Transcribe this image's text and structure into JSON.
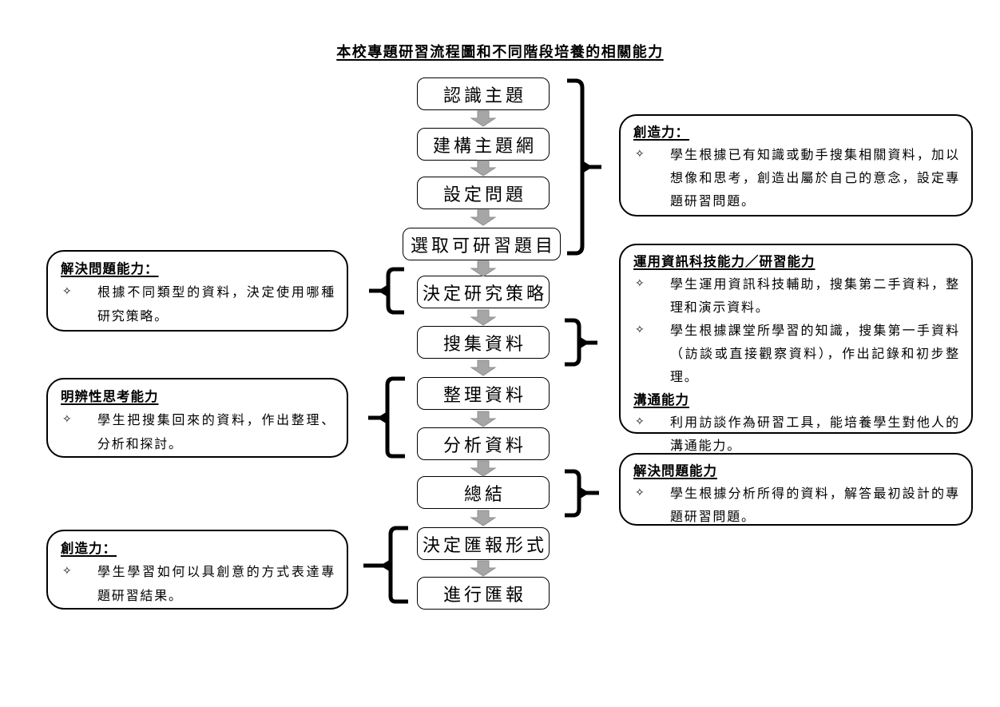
{
  "title": "本校專題研習流程圖和不同階段培養的相關能力",
  "flow_steps": [
    "認識主題",
    "建構主題網",
    "設定問題",
    "選取可研習題目",
    "決定研究策略",
    "搜集資料",
    "整理資料",
    "分析資料",
    "總結",
    "決定匯報形式",
    "進行匯報"
  ],
  "icons": {
    "bullet_glyph": "✧"
  },
  "colors": {
    "arrow_fill": "#a6a6a6",
    "line": "#000000",
    "background": "#ffffff"
  },
  "left_callouts": [
    {
      "sections": [
        {
          "title": "解決問題能力：",
          "bullets": [
            "根據不同類型的資料，決定使用哪種研究策略。"
          ]
        }
      ]
    },
    {
      "sections": [
        {
          "title": "明辨性思考能力",
          "bullets": [
            "學生把搜集回來的資料，作出整理、分析和探討。"
          ]
        }
      ]
    },
    {
      "sections": [
        {
          "title": "創造力：",
          "bullets": [
            "學生學習如何以具創意的方式表達專題研習結果。"
          ]
        }
      ]
    }
  ],
  "right_callouts": [
    {
      "sections": [
        {
          "title": "創造力：",
          "bullets": [
            "學生根據已有知識或動手搜集相關資料，加以想像和思考，創造出屬於自己的意念，設定專題研習問題。"
          ]
        }
      ]
    },
    {
      "sections": [
        {
          "title": "運用資訊科技能力／研習能力",
          "bullets": [
            "學生運用資訊科技輔助，搜集第二手資料，整理和演示資料。",
            "學生根據課堂所學習的知識，搜集第一手資料（訪談或直接觀察資料），作出記錄和初步整理。"
          ]
        },
        {
          "title": "溝通能力",
          "bullets": [
            "利用訪談作為研習工具，能培養學生對他人的溝通能力。"
          ]
        }
      ]
    },
    {
      "sections": [
        {
          "title": "解決問題能力",
          "bullets": [
            "學生根據分析所得的資料，解答最初設計的專題研習問題。"
          ]
        }
      ]
    }
  ]
}
